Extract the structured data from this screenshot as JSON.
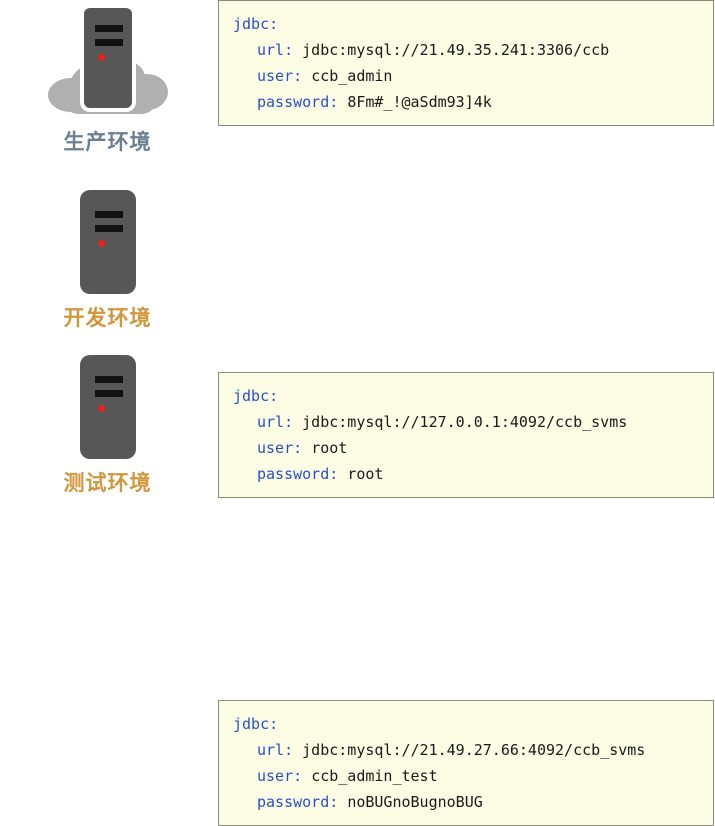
{
  "diagram": {
    "title": "jdbc environment configuration comparison",
    "colors": {
      "code_background": "#fdfde6",
      "code_border": "#8a8a78",
      "key_color": "#2a4fc4",
      "value_color": "#1a1a1a",
      "label_prod": "#6b7f93",
      "label_dev": "#d2963c",
      "label_test": "#d2963c",
      "server_body": "#575757",
      "server_led": "#e8231c",
      "cloud": "#b0b0b0"
    },
    "environments": [
      {
        "id": "prod",
        "label": "生产环境",
        "icon": "server-cloud-icon",
        "has_cloud": true,
        "config": {
          "root_key": "jdbc:",
          "url_key": "url:",
          "url_value": "jdbc:mysql://21.49.35.241:3306/ccb",
          "user_key": "user:",
          "user_value": "ccb_admin",
          "password_key": "password:",
          "password_value": "8Fm#_!@aSdm93]4k"
        }
      },
      {
        "id": "dev",
        "label": "开发环境",
        "icon": "server-icon",
        "has_cloud": false,
        "config": {
          "root_key": "jdbc:",
          "url_key": "url:",
          "url_value": "jdbc:mysql://127.0.0.1:4092/ccb_svms",
          "user_key": "user:",
          "user_value": "root",
          "password_key": "password:",
          "password_value": "root"
        }
      },
      {
        "id": "test",
        "label": "测试环境",
        "icon": "server-icon",
        "has_cloud": false,
        "config": {
          "root_key": "jdbc:",
          "url_key": "url:",
          "url_value": "jdbc:mysql://21.49.27.66:4092/ccb_svms",
          "user_key": "user:",
          "user_value": "ccb_admin_test",
          "password_key": "password:",
          "password_value": "noBUGnoBugnoBUG"
        }
      }
    ]
  }
}
